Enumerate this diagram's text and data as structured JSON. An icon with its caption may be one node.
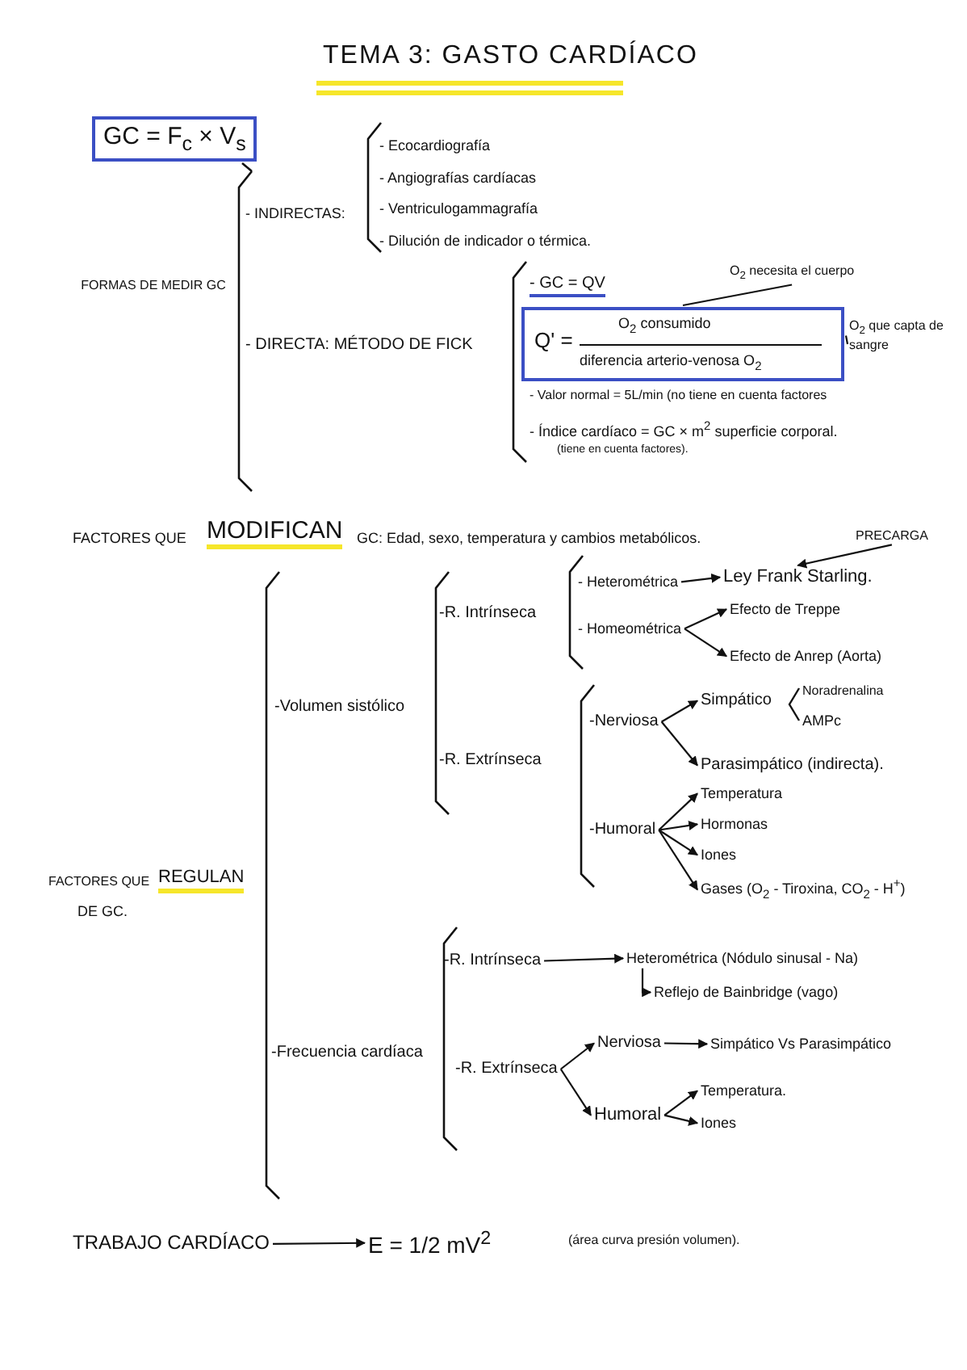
{
  "diagram": {
    "title": "TEMA 3: GASTO CARDÍACO",
    "nodes": [
      {
        "text": [
          "GC = F$_{c}$ × V$_{s}$"
        ]
      },
      {
        "text": [
          "Q' =",
          "O$_{2}$ consumido",
          "diferencia arterio-venosa O$_{2}$"
        ]
      },
      {
        "text": [
          "O$_{2}$ necesita el cuerpo"
        ]
      },
      {
        "text": [
          "O$_{2}$ que capta de sangre"
        ]
      },
      {
        "text": [
          "PRECARGA"
        ]
      },
      {
        "text": [
          "- Heterométrica"
        ]
      },
      {
        "text": [
          "Ley Frank Starling."
        ]
      },
      {
        "text": [
          "- Homeométrica"
        ]
      },
      {
        "text": [
          "Efecto de Treppe"
        ]
      },
      {
        "text": [
          "Efecto de Anrep (Aorta)"
        ]
      },
      {
        "text": [
          "-Nerviosa"
        ]
      },
      {
        "text": [
          "Simpático"
        ]
      },
      {
        "text": [
          "Parasimpático (indirecta)."
        ]
      },
      {
        "text": [
          "-Humoral"
        ]
      },
      {
        "text": [
          "Temperatura"
        ]
      },
      {
        "text": [
          "Hormonas"
        ]
      },
      {
        "text": [
          "Iones"
        ]
      },
      {
        "text": [
          "Gases (O$_{2}$ - Tiroxina, CO$_{2}$ - H$^{+}$)"
        ]
      },
      {
        "text": [
          "-R. Intrínseca"
        ]
      },
      {
        "text": [
          "Heterométrica (Nódulo sinusal - Na)"
        ]
      },
      {
        "text": [
          "Reflejo de Bainbridge (vago)"
        ]
      },
      {
        "text": [
          "-R. Extrínseca"
        ]
      },
      {
        "text": [
          "Nerviosa"
        ]
      },
      {
        "text": [
          "Simpático Vs Parasimpático"
        ]
      },
      {
        "text": [
          "Humoral"
        ]
      },
      {
        "text": [
          "Temperatura."
        ]
      },
      {
        "text": [
          "Iones"
        ]
      },
      {
        "text": [
          "TRABAJO CARDÍACO"
        ]
      },
      {
        "text": [
          "E = 1/2 mV$^{2}$"
        ]
      }
    ],
    "edges": [
      {
        "from": 2,
        "to": 1,
        "arrow": "none"
      },
      {
        "from": 3,
        "to": 1,
        "arrow": "none"
      },
      {
        "from": 4,
        "to": 6,
        "arrow": "to"
      },
      {
        "from": 5,
        "to": 6,
        "arrow": "to"
      },
      {
        "from": 7,
        "to": 8,
        "arrow": "to"
      },
      {
        "from": 7,
        "to": 9,
        "arrow": "to"
      },
      {
        "from": 10,
        "to": 11,
        "arrow": "to"
      },
      {
        "from": 10,
        "to": 12,
        "arrow": "to"
      },
      {
        "from": 13,
        "to": 14,
        "arrow": "to"
      },
      {
        "from": 13,
        "to": 15,
        "arrow": "to"
      },
      {
        "from": 13,
        "to": 16,
        "arrow": "to"
      },
      {
        "from": 13,
        "to": 17,
        "arrow": "to"
      },
      {
        "from": 18,
        "to": 19,
        "arrow": "to"
      },
      {
        "from": 19,
        "to": 20,
        "arrow": "to"
      },
      {
        "from": 21,
        "to": 22,
        "arrow": "to"
      },
      {
        "from": 21,
        "to": 24,
        "arrow": "to"
      },
      {
        "from": 22,
        "to": 23,
        "arrow": "to"
      },
      {
        "from": 24,
        "to": 25,
        "arrow": "to"
      },
      {
        "from": 24,
        "to": 26,
        "arrow": "to"
      },
      {
        "from": 27,
        "to": 28,
        "arrow": "to"
      }
    ],
    "labels": [
      "FORMAS DE MEDIR GC",
      "- INDIRECTAS:",
      "- Ecocardiografía",
      "- Angiografías cardíacas",
      "- Ventriculogammagrafía",
      "- Dilución de indicador o térmica.",
      "- DIRECTA: MÉTODO DE FICK",
      "- GC = QV",
      "- Valor normal = 5L/min (no tiene en cuenta factores",
      "- Índice cardíaco = GC × m$^{2}$ superficie corporal.",
      "(tiene en cuenta factores).",
      "FACTORES QUE",
      "MODIFICAN",
      "GC: Edad, sexo, temperatura y cambios metabólicos.",
      "-Volumen sistólico",
      "-R. Intrínseca",
      "Noradrenalina",
      "AMPc",
      "-R. Extrínseca",
      "FACTORES QUE",
      "REGULAN",
      "DE GC.",
      "-Frecuencia cardíaca",
      "(área curva presión volumen)."
    ]
  }
}
